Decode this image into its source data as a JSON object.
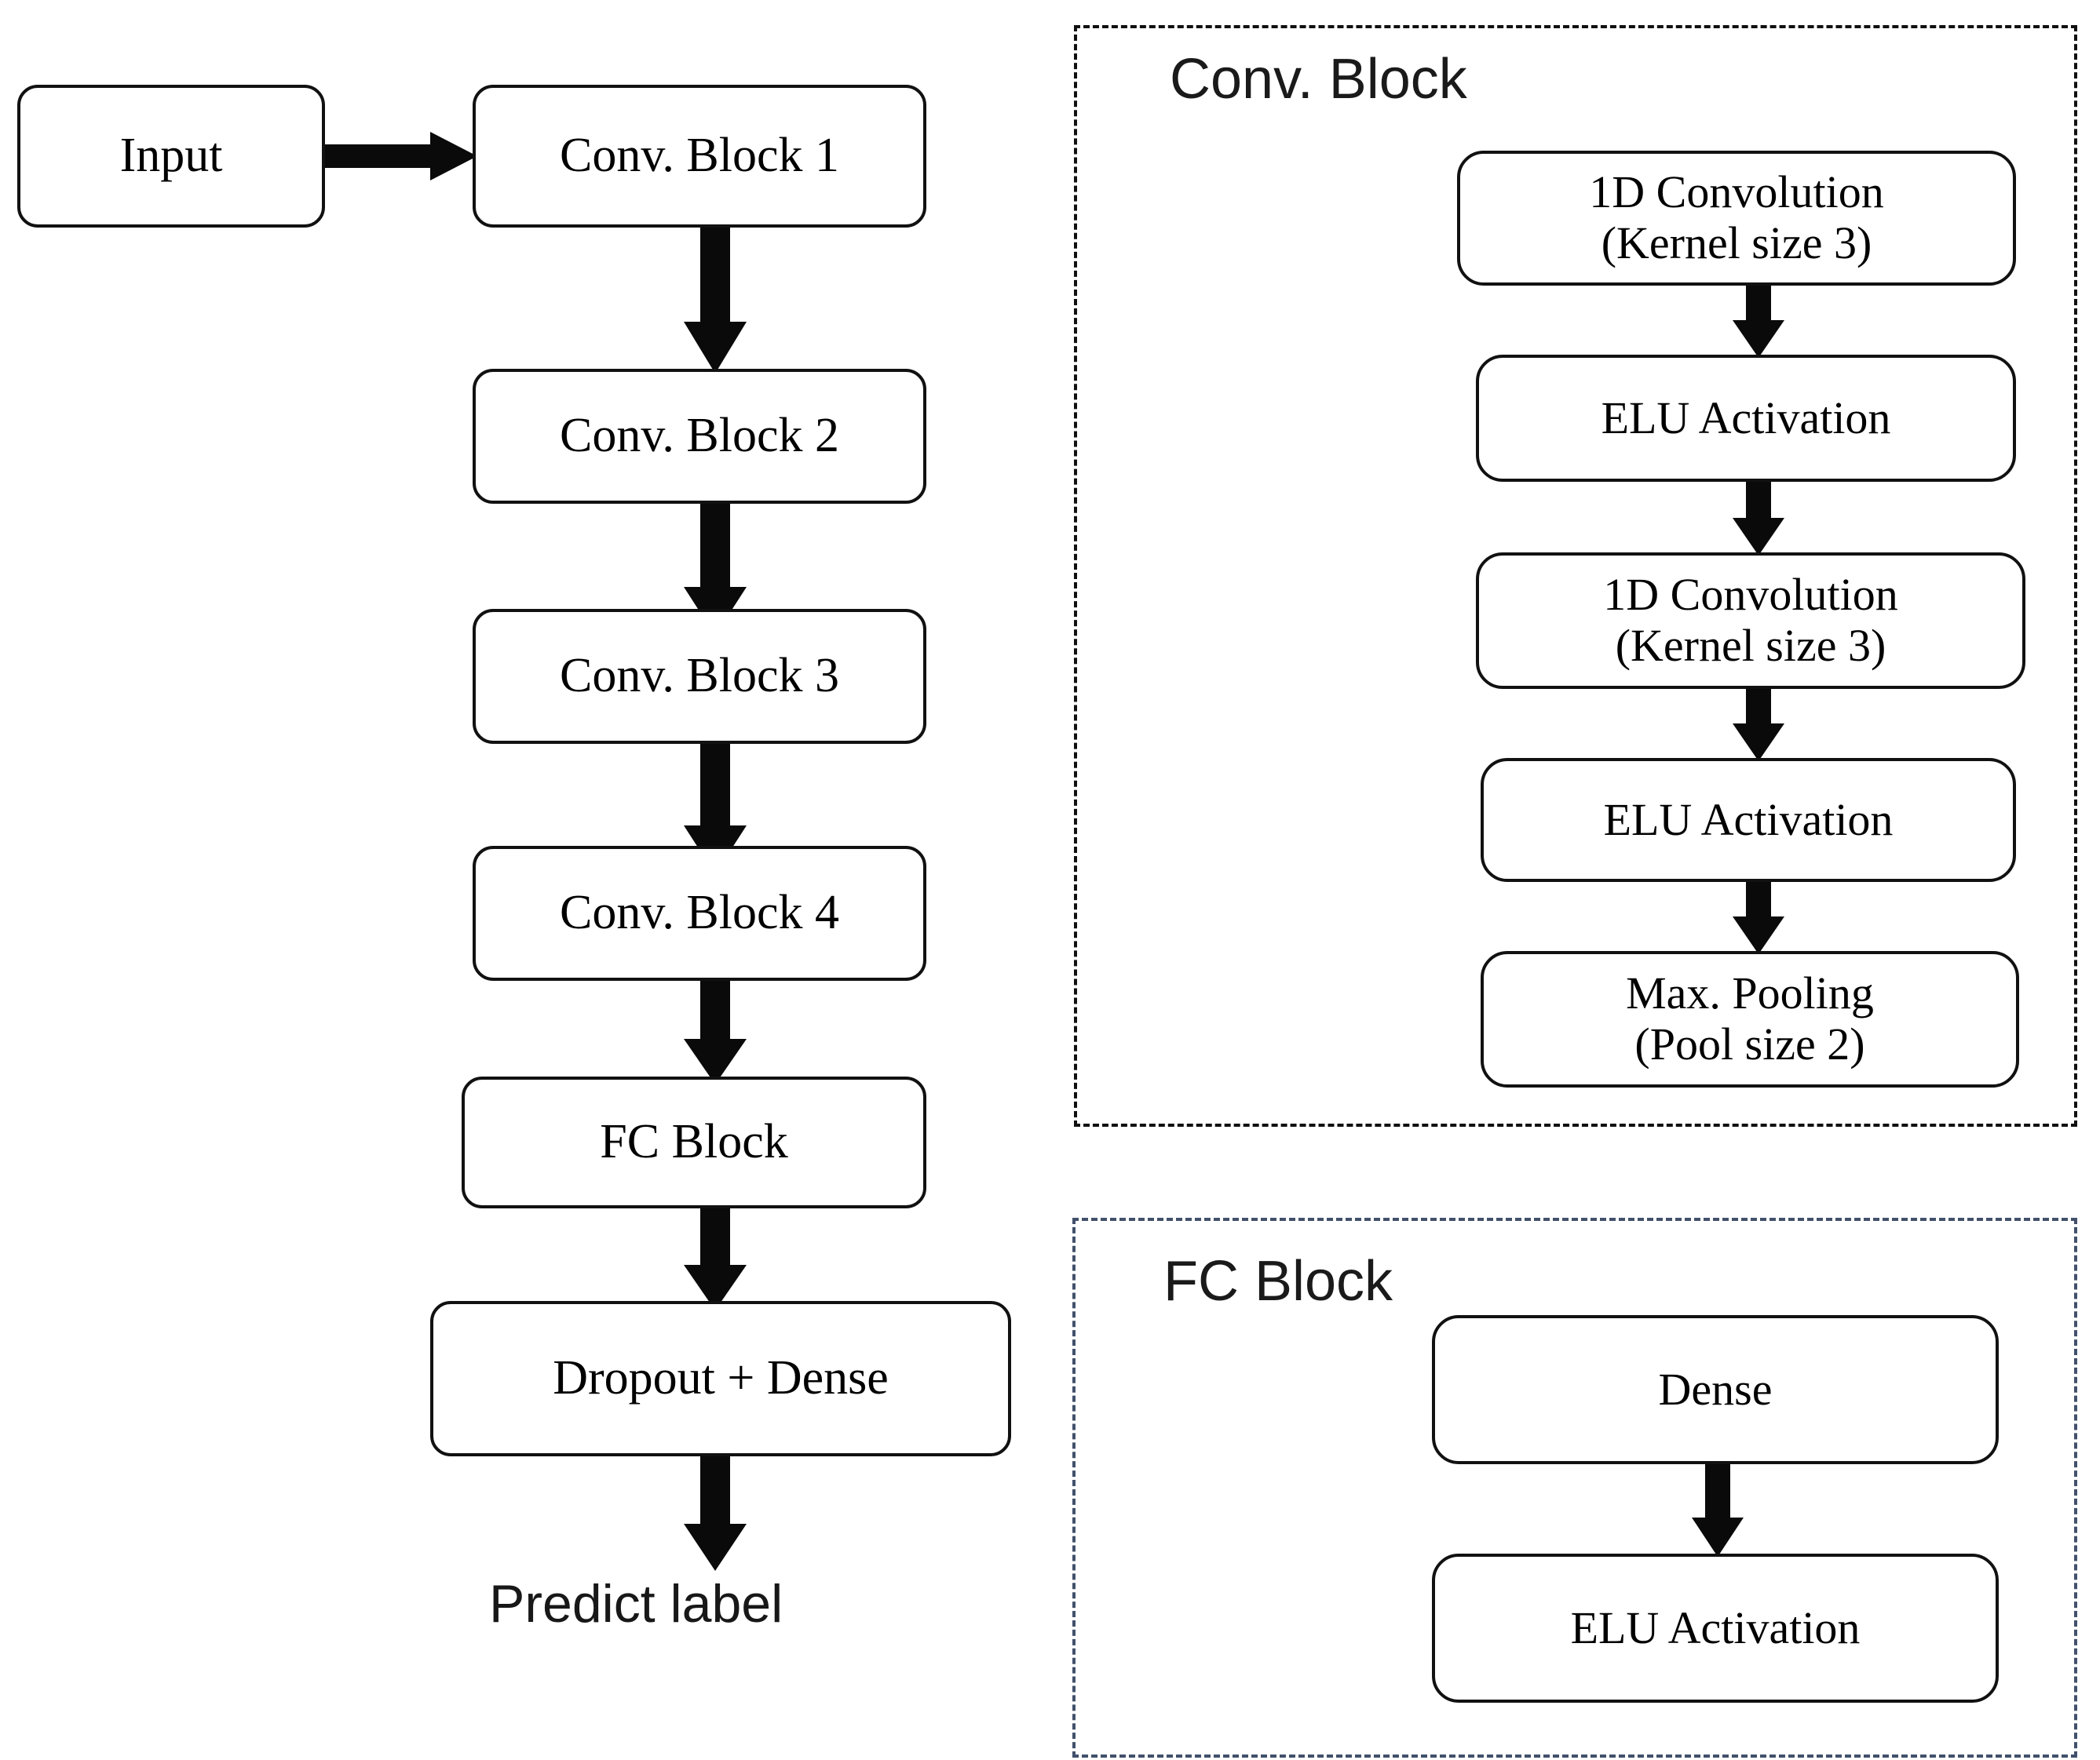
{
  "figure": {
    "type": "flowchart",
    "description": "CNN architecture block diagram"
  },
  "main_flow": {
    "input": {
      "label": "Input"
    },
    "blocks": [
      {
        "label": "Conv. Block 1"
      },
      {
        "label": "Conv. Block 2"
      },
      {
        "label": "Conv. Block 3"
      },
      {
        "label": "Conv. Block 4"
      },
      {
        "label": "FC Block"
      },
      {
        "label": "Dropout + Dense"
      }
    ],
    "output": {
      "label": "Predict label"
    }
  },
  "conv_block_panel": {
    "title": "Conv. Block",
    "border_color": "#101010",
    "steps": [
      {
        "line1": "1D Convolution",
        "line2": "(Kernel size  3)"
      },
      {
        "line1": "ELU Activation",
        "line2": ""
      },
      {
        "line1": "1D Convolution",
        "line2": "(Kernel size  3)"
      },
      {
        "line1": "ELU Activation",
        "line2": ""
      },
      {
        "line1": "Max. Pooling",
        "line2": "(Pool size 2)"
      }
    ]
  },
  "fc_block_panel": {
    "title": "FC Block",
    "border_color": "#42506b",
    "steps": [
      {
        "line1": "Dense",
        "line2": ""
      },
      {
        "line1": "ELU Activation",
        "line2": ""
      }
    ]
  }
}
